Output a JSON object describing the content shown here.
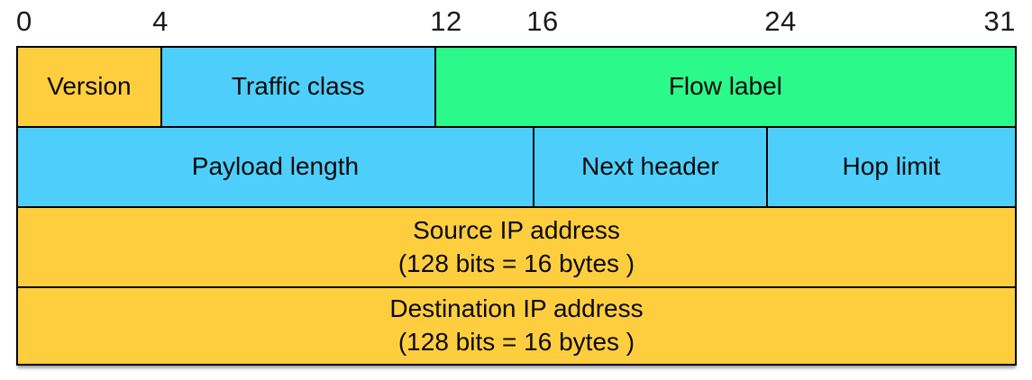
{
  "diagram": {
    "description": "IPv6 header format field layout",
    "bit_scale": {
      "labels": [
        "0",
        "4",
        "12",
        "16",
        "24",
        "31"
      ]
    },
    "colors": {
      "yellow": "#FFCE3F",
      "blue": "#4ECFFB",
      "green": "#2BF98A",
      "border": "#000000",
      "text": "#0a0a0a",
      "background": "#ffffff"
    },
    "rows": [
      {
        "cells": [
          {
            "label": "Version"
          },
          {
            "label": "Traffic class"
          },
          {
            "label": "Flow label"
          }
        ]
      },
      {
        "cells": [
          {
            "label": "Payload length"
          },
          {
            "label": "Next header"
          },
          {
            "label": "Hop limit"
          }
        ]
      },
      {
        "cells": [
          {
            "label": "Source IP address",
            "sublabel": "(128 bits = 16 bytes )"
          }
        ]
      },
      {
        "cells": [
          {
            "label": "Destination IP address",
            "sublabel": "(128 bits = 16 bytes )"
          }
        ]
      }
    ]
  }
}
